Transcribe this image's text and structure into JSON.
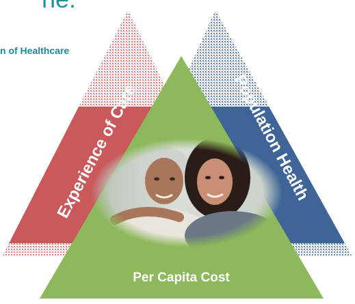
{
  "header": {
    "partial_title": "ne:",
    "subtitle": "n of Healthcare"
  },
  "diagram": {
    "left_triangle_label": "Experience of Care",
    "right_triangle_label": "Population Health",
    "center_triangle_label": "Per Capita Cost",
    "photo_description_icon": "two-women-portrait",
    "colors": {
      "title": "#1f8ea0",
      "subtitle": "#1a8a98",
      "experience_band": "#c9595b",
      "experience_pattern": "#d98084",
      "population_band": "#3f6497",
      "population_pattern": "#5e7fb0",
      "per_capita_cost": "#8db85b"
    }
  }
}
